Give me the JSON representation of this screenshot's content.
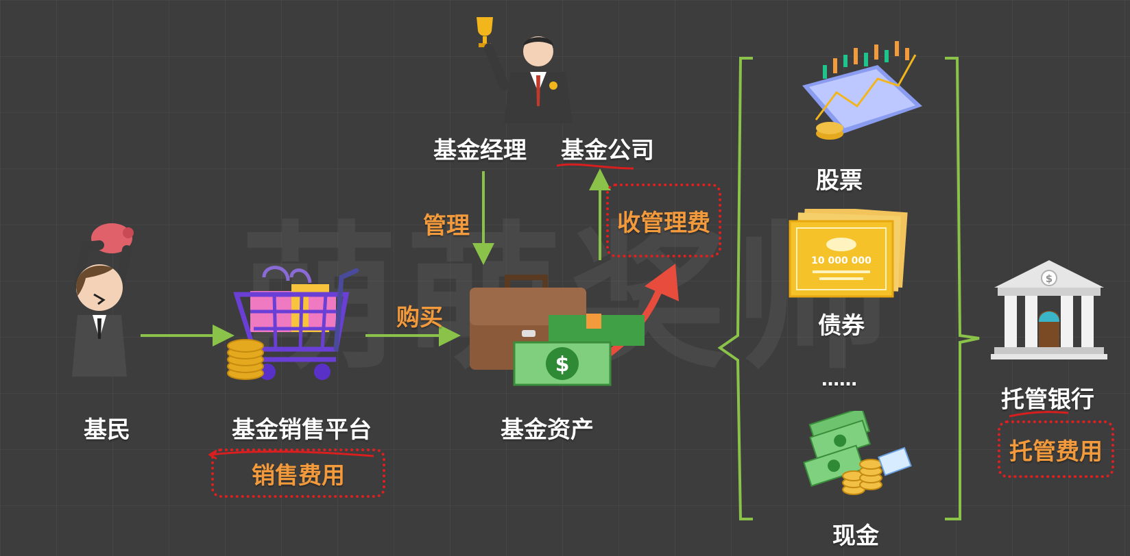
{
  "watermark": "萌萌奖师",
  "nodes": {
    "investor": "基民",
    "sales_platform": "基金销售平台",
    "fund_assets": "基金资产",
    "fund_manager": "基金经理",
    "fund_company": "基金公司",
    "custodian_bank": "托管银行"
  },
  "edges": {
    "buy": "购买",
    "manage": "管理"
  },
  "fees": {
    "sales_fee": "销售费用",
    "management_fee": "收管理费",
    "custody_fee": "托管费用"
  },
  "investments": {
    "stocks": "股票",
    "bonds": "债券",
    "ellipsis": "……",
    "cash": "现金",
    "bond_face_value": "10 000 000"
  },
  "colors": {
    "background": "#3d3d3d",
    "arrow_green": "#8bc34a",
    "fee_text_orange": "#f39a3c",
    "fee_border_red": "#e02020",
    "curve_arrow_red": "#e84c3d"
  }
}
